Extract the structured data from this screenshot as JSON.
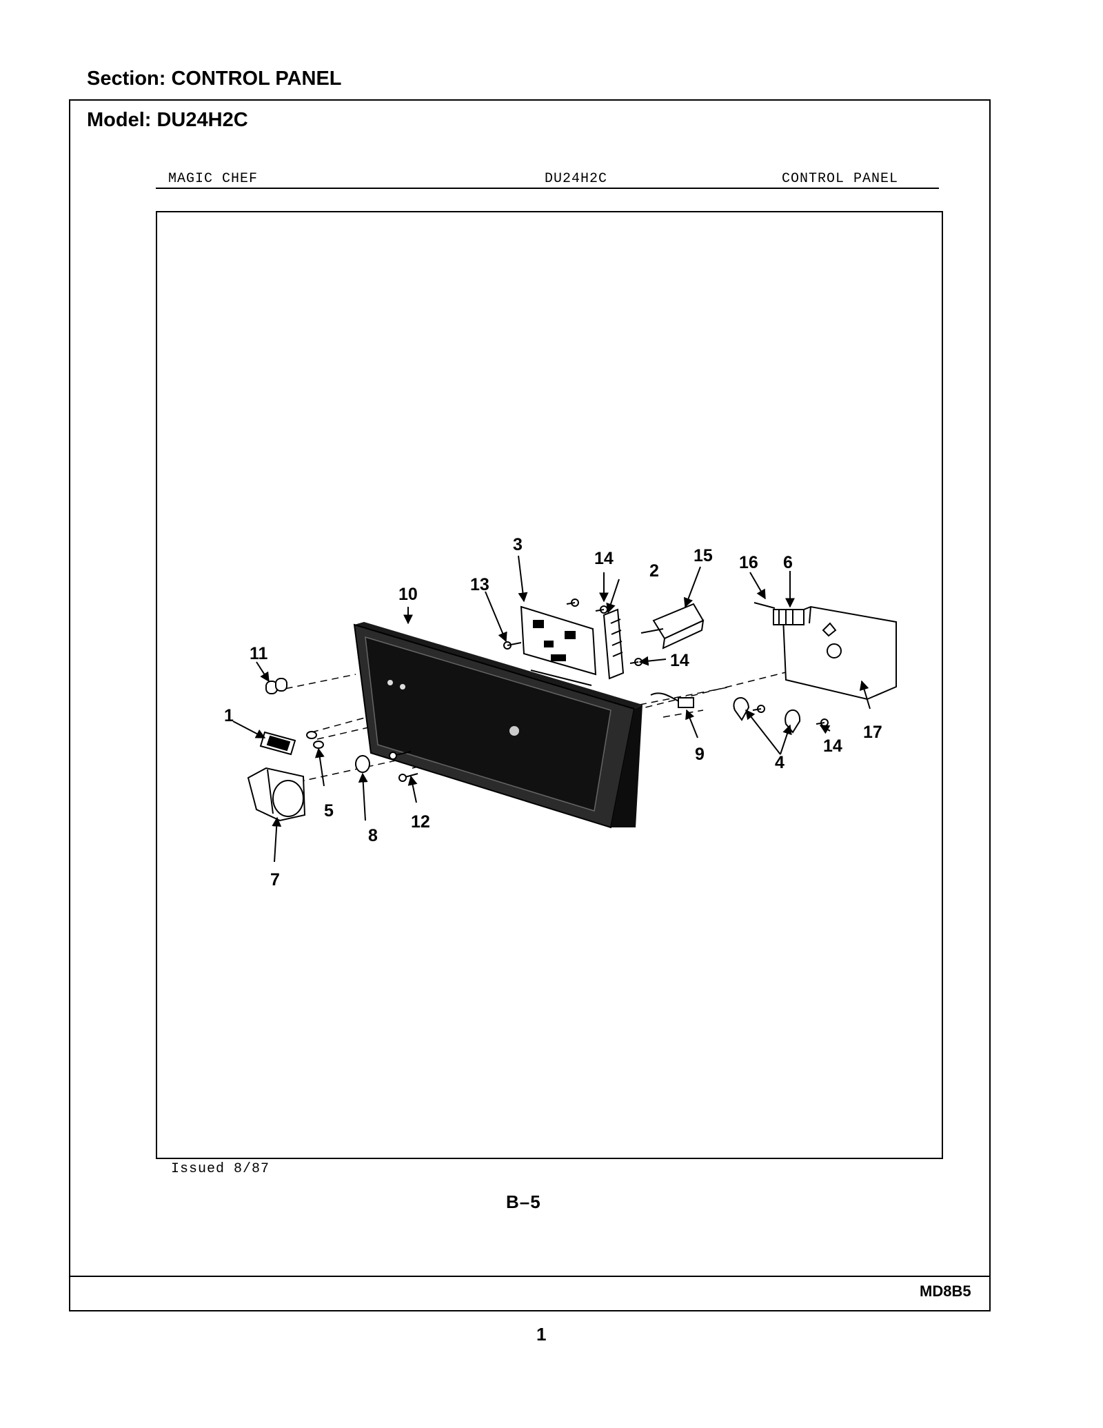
{
  "section": "Section:  CONTROL PANEL",
  "model": "Model:  DU24H2C",
  "header": {
    "brand": "MAGIC CHEF",
    "model": "DU24H2C",
    "section": "CONTROL PANEL"
  },
  "callouts": {
    "c1": "1",
    "c2": "2",
    "c3": "3",
    "c4": "4",
    "c5": "5",
    "c6": "6",
    "c7": "7",
    "c8": "8",
    "c9": "9",
    "c10": "10",
    "c11": "11",
    "c12": "12",
    "c13": "13",
    "c14a": "14",
    "c14b": "14",
    "c14c": "14",
    "c15": "15",
    "c16": "16",
    "c17": "17"
  },
  "issued": "Issued 8/87",
  "page_code": "B–5",
  "doc_code": "MD8B5",
  "page_number": "1"
}
